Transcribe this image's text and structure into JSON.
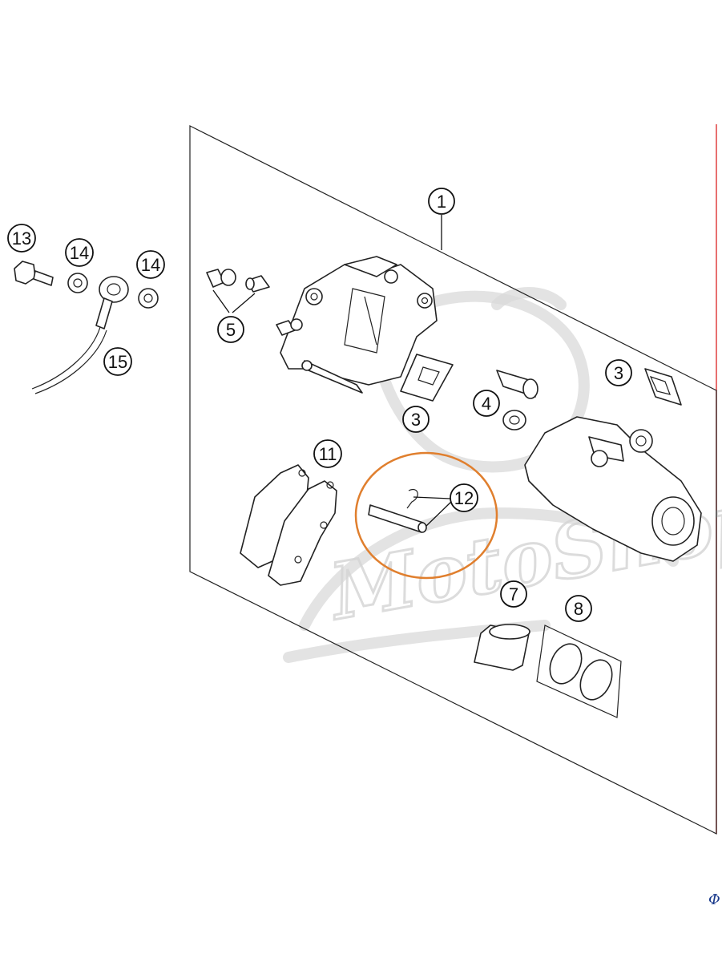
{
  "watermark": {
    "text": "MotoShop"
  },
  "corner_mark": "Φ",
  "colors": {
    "line": "#222222",
    "highlight": "#e07f2e",
    "red_edge": "#e04040",
    "watermark": "#d6d6d6"
  },
  "callouts": [
    {
      "id": "c1",
      "label": "1"
    },
    {
      "id": "c3a",
      "label": "3"
    },
    {
      "id": "c3b",
      "label": "3"
    },
    {
      "id": "c4",
      "label": "4"
    },
    {
      "id": "c5",
      "label": "5"
    },
    {
      "id": "c7",
      "label": "7"
    },
    {
      "id": "c8",
      "label": "8"
    },
    {
      "id": "c11",
      "label": "11"
    },
    {
      "id": "c12",
      "label": "12"
    },
    {
      "id": "c13",
      "label": "13"
    },
    {
      "id": "c14a",
      "label": "14"
    },
    {
      "id": "c14b",
      "label": "14"
    },
    {
      "id": "c15",
      "label": "15"
    }
  ]
}
